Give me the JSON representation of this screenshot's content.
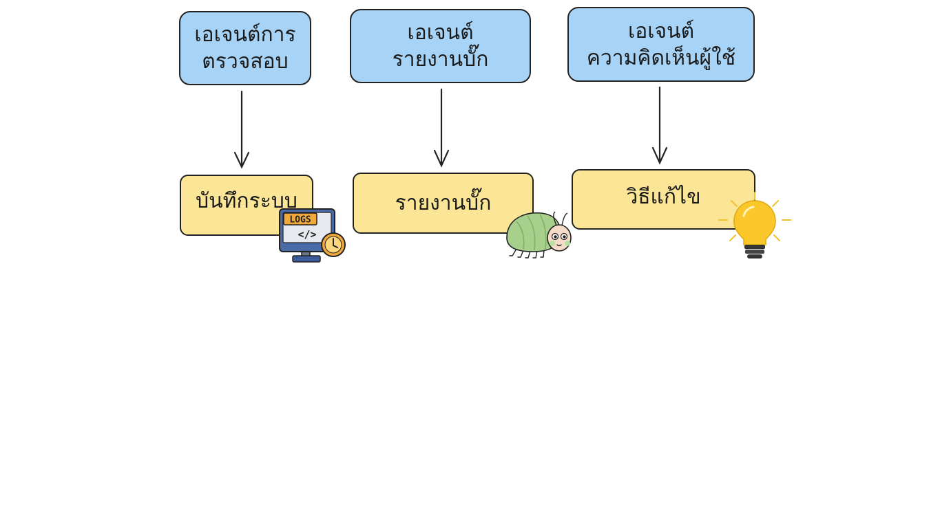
{
  "agents": [
    {
      "line1": "เอเจนต์การ",
      "line2": "ตรวจสอบ"
    },
    {
      "line1": "เอเจนต์",
      "line2": "รายงานบั๊ก"
    },
    {
      "line1": "เอเจนต์",
      "line2": "ความคิดเห็นผู้ใช้"
    }
  ],
  "outputs": [
    {
      "label": "บันทึกระบบ"
    },
    {
      "label": "รายงานบั๊ก"
    },
    {
      "label": "วิธีแก้ไข"
    }
  ],
  "logs_icon_text": "LOGS",
  "colors": {
    "agent_fill": "#a7d3f6",
    "output_fill": "#fbe596",
    "stroke": "#222222"
  }
}
